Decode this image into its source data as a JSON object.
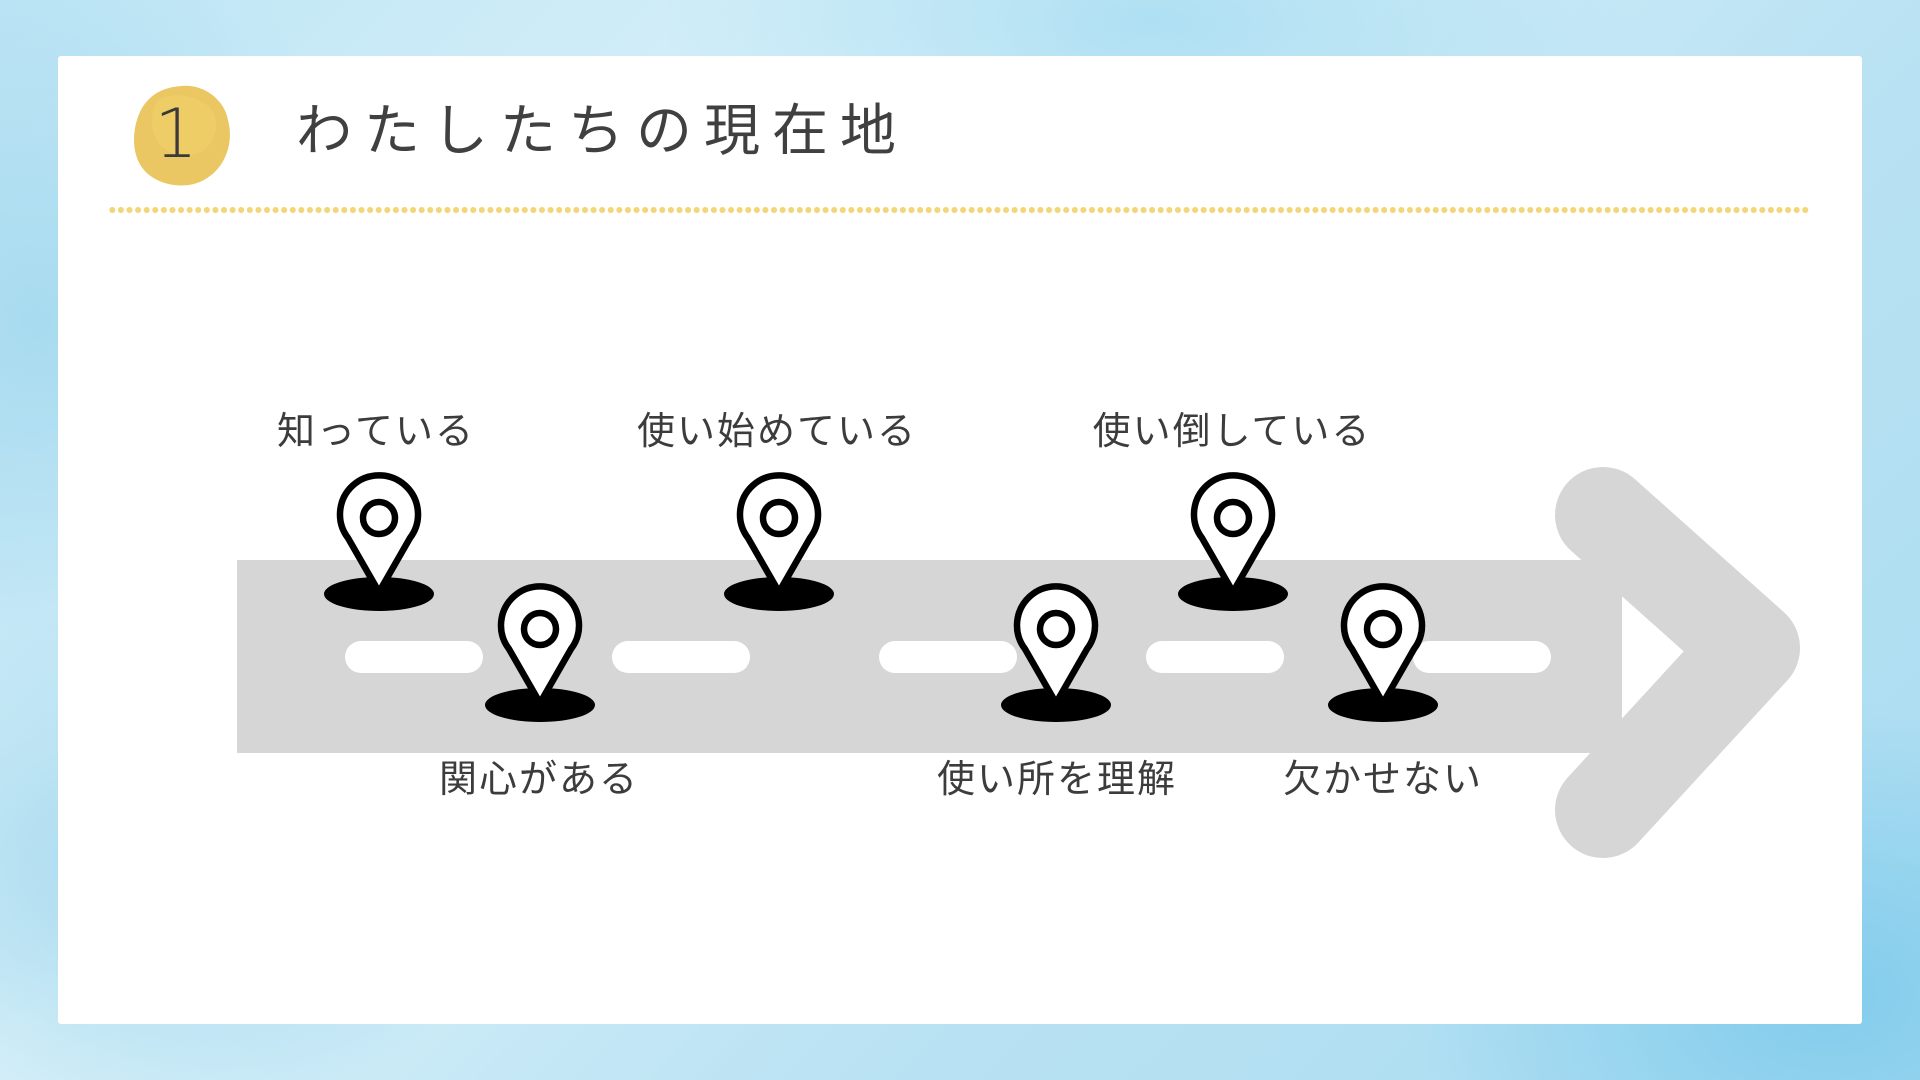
{
  "slide": {
    "number": "1",
    "title": "わたしたちの現在地"
  },
  "stages": [
    {
      "label": "知っている",
      "position": "above"
    },
    {
      "label": "関心がある",
      "position": "below"
    },
    {
      "label": "使い始めている",
      "position": "above"
    },
    {
      "label": "使い所を理解",
      "position": "below"
    },
    {
      "label": "使い倒している",
      "position": "above"
    },
    {
      "label": "欠かせない",
      "position": "below"
    }
  ],
  "icons": {
    "marker": "map-pin-icon",
    "road": "road-arrow"
  },
  "colors": {
    "badge": "#e9c45a",
    "dots": "#f2d677",
    "road": "#d6d6d6",
    "pin": "#000000",
    "text": "#3c3c3c"
  }
}
